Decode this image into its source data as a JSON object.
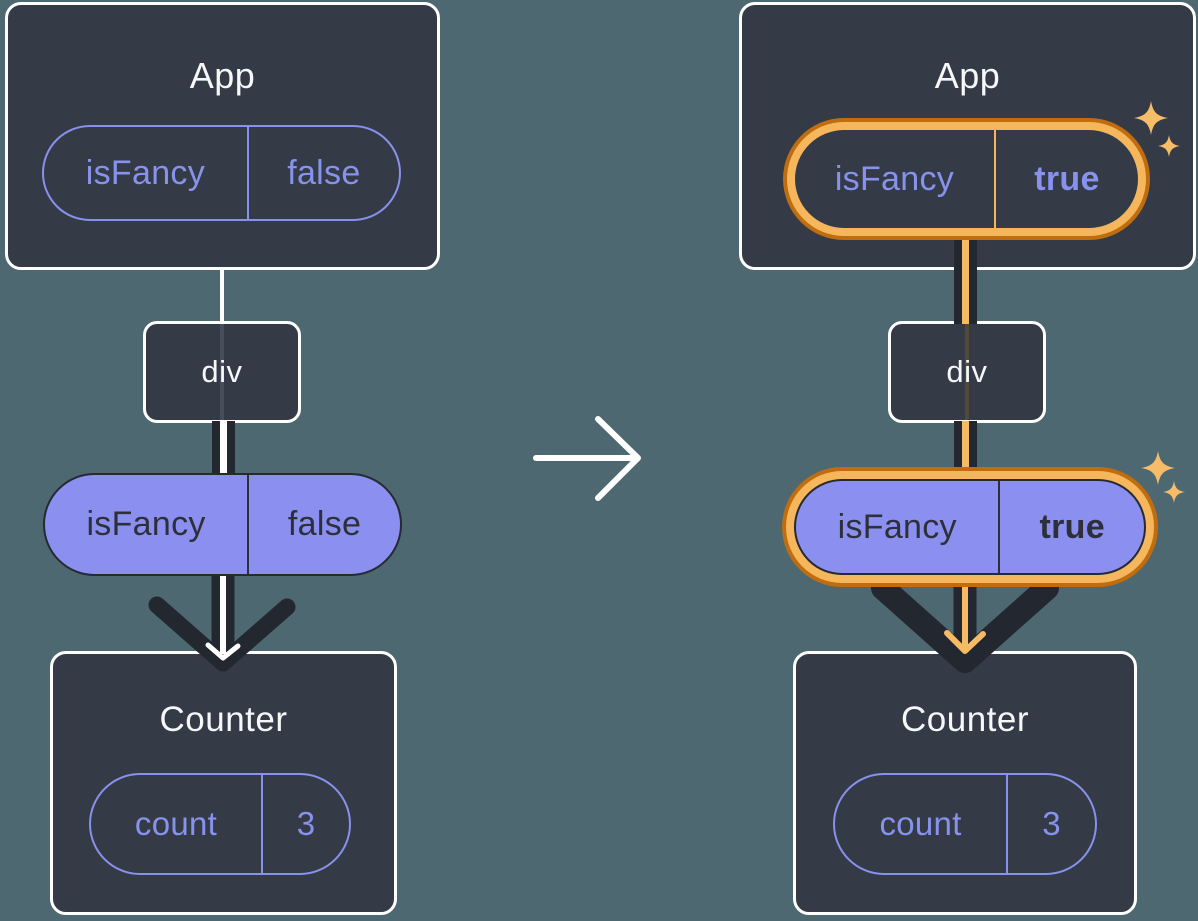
{
  "colors": {
    "background": "#4d6870",
    "node_fill": "#343a46",
    "node_border": "#ffffff",
    "purple_outline": "#8792ec",
    "purple_fill": "#8b8ff0",
    "dark_ink": "#23272f",
    "highlight_light_orange": "#f6b65c",
    "highlight_dark_orange": "#c06d10",
    "arrow_core_orange": "#f6bb64",
    "sparkle": "#f6bc67"
  },
  "before": {
    "app": {
      "title": "App",
      "pill": {
        "key": "isFancy",
        "value": "false"
      }
    },
    "div_node": {
      "label": "div"
    },
    "prop_pill": {
      "key": "isFancy",
      "value": "false"
    },
    "counter": {
      "title": "Counter",
      "pill": {
        "key": "count",
        "value": "3"
      }
    }
  },
  "after": {
    "app": {
      "title": "App",
      "pill": {
        "key": "isFancy",
        "value": "true"
      }
    },
    "div_node": {
      "label": "div"
    },
    "prop_pill": {
      "key": "isFancy",
      "value": "true"
    },
    "counter": {
      "title": "Counter",
      "pill": {
        "key": "count",
        "value": "3"
      }
    }
  }
}
